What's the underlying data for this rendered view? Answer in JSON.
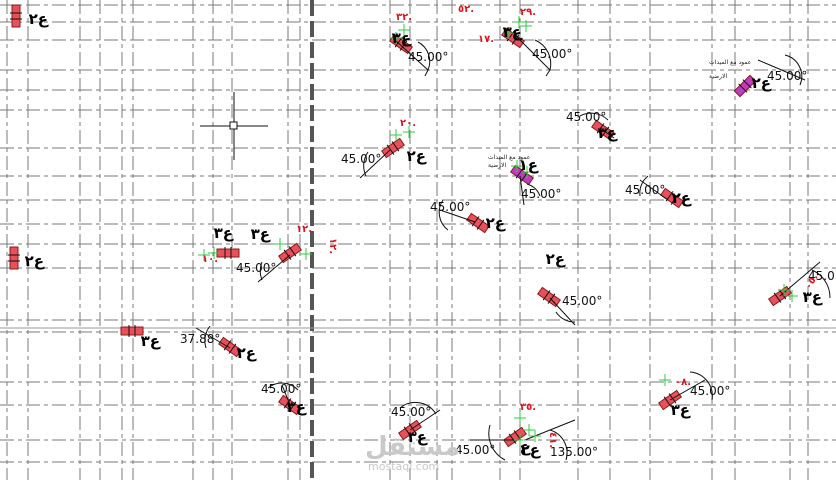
{
  "colors": {
    "grid": "#7a7a7a",
    "element_fill": "#e8505b",
    "element_stroke": "#8a1a1a",
    "highlight_fill": "#c03cc0",
    "snap": "#2ecc40",
    "annotation_red": "#e0141e"
  },
  "cursor": {
    "icon": "crosshair-cursor-icon"
  },
  "dimensions": [
    {
      "id": "dim-1",
      "text": "45.00°"
    },
    {
      "id": "dim-2",
      "text": "45.00°"
    },
    {
      "id": "dim-3",
      "text": "45.00°"
    },
    {
      "id": "dim-4",
      "text": "45.00°"
    },
    {
      "id": "dim-5",
      "text": "45.00°"
    },
    {
      "id": "dim-6",
      "text": "45.00°"
    },
    {
      "id": "dim-7",
      "text": "45.00°"
    },
    {
      "id": "dim-8",
      "text": "45.00°"
    },
    {
      "id": "dim-9",
      "text": "45.00°"
    },
    {
      "id": "dim-10",
      "text": "45.00°"
    },
    {
      "id": "dim-11",
      "text": "37.88°"
    },
    {
      "id": "dim-12",
      "text": "45.00°"
    },
    {
      "id": "dim-13",
      "text": "45.00°"
    },
    {
      "id": "dim-14",
      "text": "45.00°"
    },
    {
      "id": "dim-15",
      "text": "135.00°"
    },
    {
      "id": "dim-16",
      "text": "45.00°"
    },
    {
      "id": "dim-17",
      "text": "45.0"
    }
  ],
  "tags": [
    {
      "id": "tag-1",
      "text": "ع٢"
    },
    {
      "id": "tag-2",
      "text": "ع٢"
    },
    {
      "id": "tag-3",
      "text": "ع٣"
    },
    {
      "id": "tag-4",
      "text": "ع٣"
    },
    {
      "id": "tag-5",
      "text": "ع٣"
    },
    {
      "id": "tag-6",
      "text": "ع٢"
    },
    {
      "id": "tag-7",
      "text": "ع٣"
    },
    {
      "id": "tag-8",
      "text": "ع٣"
    },
    {
      "id": "tag-9",
      "text": "ع٢"
    },
    {
      "id": "tag-10",
      "text": "ع٢"
    },
    {
      "id": "tag-11",
      "text": "ع٢"
    },
    {
      "id": "tag-12",
      "text": "ع٣"
    },
    {
      "id": "tag-13",
      "text": "ع٣"
    },
    {
      "id": "tag-14",
      "text": "ع٢"
    },
    {
      "id": "tag-15",
      "text": "ع١"
    },
    {
      "id": "tag-16",
      "text": "ع٣"
    },
    {
      "id": "tag-17",
      "text": "ع٣"
    },
    {
      "id": "tag-18",
      "text": "ع٢"
    },
    {
      "id": "tag-19",
      "text": "ع٣"
    },
    {
      "id": "tag-20",
      "text": "ع٢"
    },
    {
      "id": "tag-21",
      "text": "ع"
    }
  ],
  "red_labels": [
    {
      "id": "red-1",
      "text": "٣٢."
    },
    {
      "id": "red-2",
      "text": "٥٢."
    },
    {
      "id": "red-3",
      "text": "٢٩."
    },
    {
      "id": "red-4",
      "text": "١٧."
    },
    {
      "id": "red-5",
      "text": "٢٠."
    },
    {
      "id": "red-6",
      "text": "١٠."
    },
    {
      "id": "red-7",
      "text": "١٢."
    },
    {
      "id": "red-8",
      "text": "١٢."
    },
    {
      "id": "red-9",
      "text": "٠٥."
    },
    {
      "id": "red-10",
      "text": "٠٨."
    },
    {
      "id": "red-11",
      "text": "٣٥."
    },
    {
      "id": "red-12",
      "text": "٤١."
    }
  ],
  "notes": [
    {
      "id": "note-1a",
      "text": "عمود مع الميدات"
    },
    {
      "id": "note-1b",
      "text": "الارضية"
    },
    {
      "id": "note-2a",
      "text": "عمود مع الميدات"
    },
    {
      "id": "note-2b",
      "text": "الارضية"
    }
  ],
  "watermark": {
    "brand": "مستقل",
    "url": "mostaql.com"
  }
}
